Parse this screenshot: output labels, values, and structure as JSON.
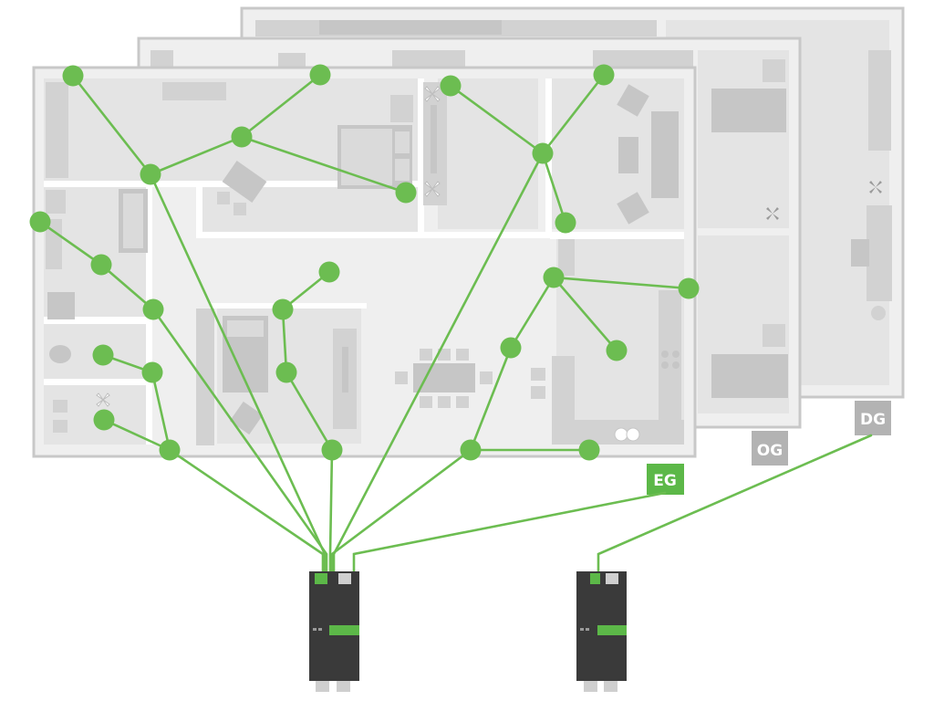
{
  "floors": [
    {
      "id": "eg",
      "label": "EG",
      "color": "#5cb848"
    },
    {
      "id": "og",
      "label": "OG",
      "color": "#b3b3b3"
    },
    {
      "id": "dg",
      "label": "DG",
      "color": "#b3b3b3"
    }
  ],
  "colors": {
    "network_line": "#6cbd51",
    "node": "#6cbd51",
    "floorplan_border": "#c8c8c8",
    "floorplan_fill": "#efefef",
    "controller_body": "#3a3a3a",
    "controller_accent": "#5cb848"
  },
  "icons": [
    "fan-icon",
    "controller-icon"
  ]
}
